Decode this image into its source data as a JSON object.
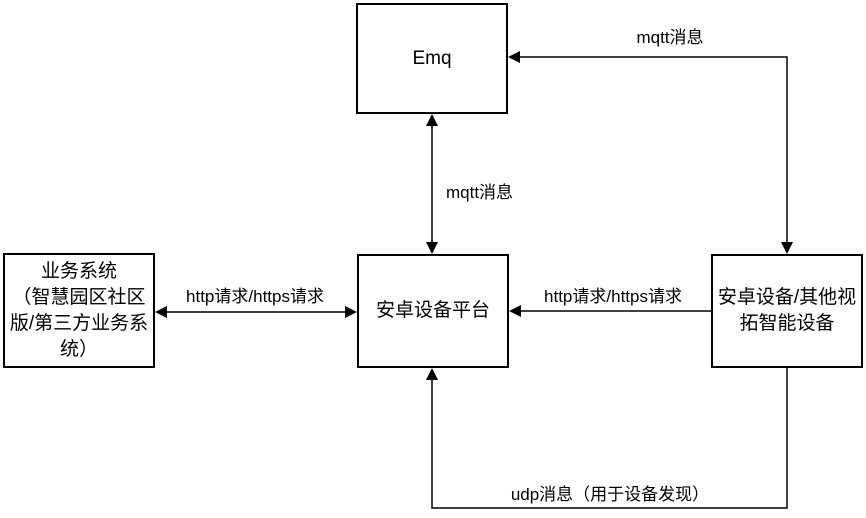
{
  "diagram": {
    "background_color": "#ffffff",
    "line_color": "#000000",
    "text_color": "#000000",
    "boxes": {
      "emq": {
        "label": "Emq",
        "lines": [
          "Emq"
        ]
      },
      "business": {
        "label": "业务系统（智慧园区社区版/第三方业务系统）",
        "lines": [
          "业务系统",
          "（智慧园区社区",
          "版/第三方业务系",
          "统）"
        ]
      },
      "platform": {
        "label": "安卓设备平台",
        "lines": [
          "安卓设备平台"
        ]
      },
      "devices": {
        "label": "安卓设备/其他视拓智能设备",
        "lines": [
          "安卓设备/其他视",
          "拓智能设备"
        ]
      }
    },
    "edges": [
      {
        "label": "mqtt消息",
        "from": "安卓设备/其他视拓智能设备",
        "to": "Emq",
        "direction": "bidirectional",
        "shape": "elbow-top-right"
      },
      {
        "label": "mqtt消息",
        "from": "安卓设备平台",
        "to": "Emq",
        "direction": "bidirectional",
        "shape": "vertical"
      },
      {
        "label": "http请求/https请求",
        "from": "业务系统（智慧园区社区版/第三方业务系统）",
        "to": "安卓设备平台",
        "direction": "bidirectional",
        "shape": "horizontal"
      },
      {
        "label": "http请求/https请求",
        "from": "安卓设备/其他视拓智能设备",
        "to": "安卓设备平台",
        "direction": "one-way",
        "shape": "horizontal"
      },
      {
        "label": "udp消息（用于设备发现）",
        "from": "安卓设备/其他视拓智能设备",
        "to": "安卓设备平台",
        "direction": "one-way",
        "shape": "elbow-bottom"
      }
    ]
  }
}
